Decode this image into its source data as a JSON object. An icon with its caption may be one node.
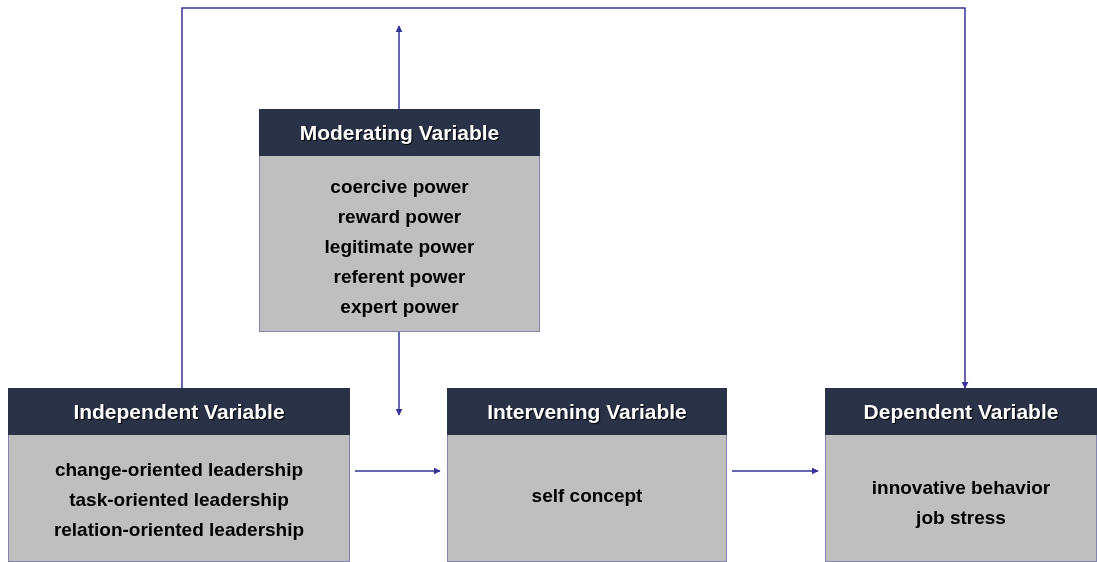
{
  "diagram": {
    "nodes": [
      {
        "text": [
          "Moderating Variable",
          "coercive power",
          "reward power",
          "legitimate power",
          "referent power",
          "expert power"
        ]
      },
      {
        "text": [
          "Independent Variable",
          "change-oriented leadership",
          "task-oriented leadership",
          "relation-oriented leadership"
        ]
      },
      {
        "text": [
          "Intervening Variable",
          "self concept"
        ]
      },
      {
        "text": [
          "Dependent Variable",
          "innovative behavior",
          "job stress"
        ]
      }
    ],
    "edges": [
      {
        "from": 0,
        "to": null,
        "arrow": "to"
      },
      {
        "from": 0,
        "to": null,
        "arrow": "to"
      },
      {
        "from": 1,
        "to": 2,
        "arrow": "to"
      },
      {
        "from": 2,
        "to": 3,
        "arrow": "to"
      },
      {
        "from": 1,
        "to": 3,
        "arrow": "to"
      }
    ]
  }
}
